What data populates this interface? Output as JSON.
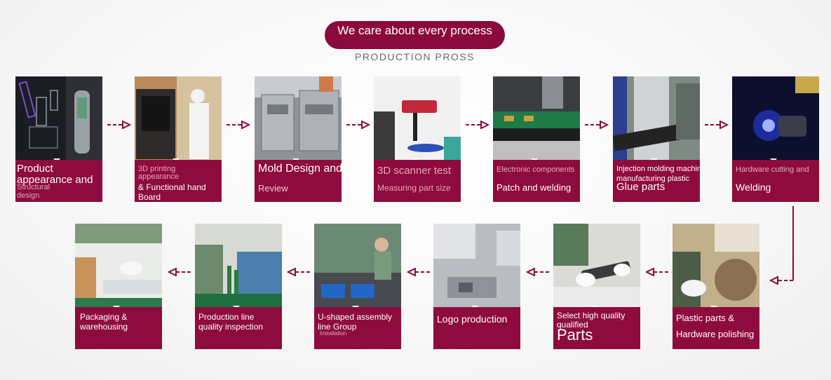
{
  "header": {
    "title": "We care about every process",
    "subtitle": "PRODUCTION PROSS"
  },
  "steps": [
    {
      "line1": "Product",
      "line2": "appearance and",
      "line3": "Structural",
      "line4": "design"
    },
    {
      "line1": "3D printing",
      "line2": "appearance",
      "line3": "& Functional hand",
      "line4": "Board"
    },
    {
      "line1": "Mold Design and",
      "line2": "Review"
    },
    {
      "line1": "3D scanner test",
      "line2": "Measuring part size"
    },
    {
      "line1": "Electronic components",
      "line2": "Patch and welding"
    },
    {
      "line1": "Injection molding machine",
      "line2": "manufacturing plastic",
      "line3": "Glue parts"
    },
    {
      "line1": "Hardware cutting and",
      "line2": "Welding"
    },
    {
      "line1": "Plastic parts &",
      "line2": "Hardware polishing"
    },
    {
      "line1": "Select high quality",
      "line2": "qualified",
      "line3": "Parts"
    },
    {
      "line1": "Logo production"
    },
    {
      "line1": "U-shaped assembly",
      "line2": "line Group",
      "line3": "Installation"
    },
    {
      "line1": "Production line",
      "line2": "quality inspection"
    },
    {
      "line1": "Packaging &",
      "line2": "warehousing"
    }
  ]
}
